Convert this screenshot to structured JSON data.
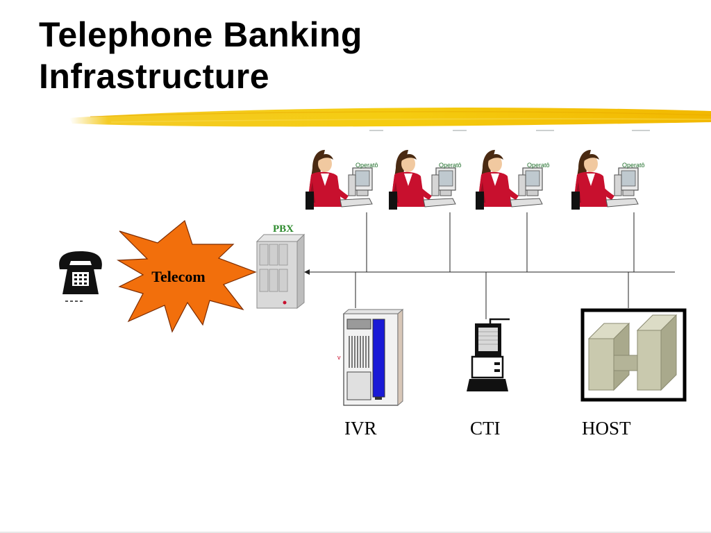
{
  "slide": {
    "title_line1": "Telephone Banking",
    "title_line2": "Infrastructure"
  },
  "diagram": {
    "cloud_label": "Telecom",
    "pbx_label": "PBX",
    "operator_label": "Operatô",
    "ivr_label": "IVR",
    "cti_label": "CTI",
    "host_label": "HOST"
  },
  "colors": {
    "burst_fill": "#f26f0c",
    "underline": "#f2c200",
    "operator_jacket": "#c8102e",
    "ivr_panel": "#1a1ad6",
    "pbx_label_color": "#2e8b2e"
  }
}
